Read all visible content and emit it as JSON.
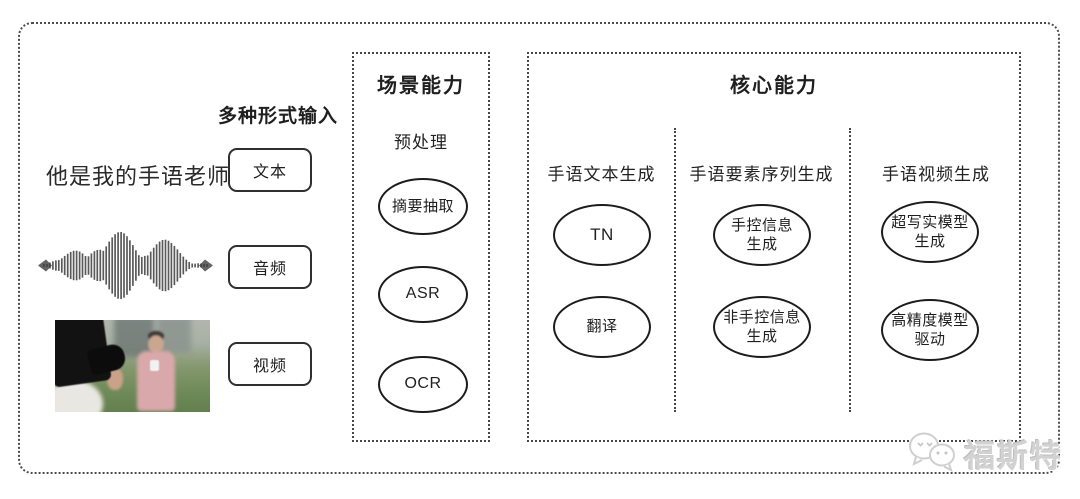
{
  "input_section": {
    "label": "多种形式输入",
    "sentence": "他是我的手语老师",
    "items": [
      {
        "label": "文本"
      },
      {
        "label": "音频"
      },
      {
        "label": "视频"
      }
    ]
  },
  "scene_box": {
    "title": "场景能力",
    "subtitle": "预处理",
    "nodes": [
      "摘要抽取",
      "ASR",
      "OCR"
    ]
  },
  "core_box": {
    "title": "核心能力",
    "columns": [
      {
        "header": "手语文本生成",
        "nodes": [
          "TN",
          "翻译"
        ]
      },
      {
        "header": "手语要素序列生成",
        "nodes": [
          "手控信息\n生成",
          "非手控信息\n生成"
        ]
      },
      {
        "header": "手语视频生成",
        "nodes": [
          "超写实模型\n生成",
          "高精度模型\n驱动"
        ]
      }
    ]
  },
  "watermark": {
    "text": "福斯特"
  },
  "icons": {
    "watermark_icon": "wechat-chat-bubbles-icon",
    "waveform_graphic": "audio-waveform-graphic",
    "photo_graphic": "camera-filming-reporter-photo"
  },
  "colors": {
    "line": "#1c1c1c",
    "dotted_border": "#4d4d4d",
    "watermark_gray": "#d2d2d2",
    "background": "#ffffff"
  }
}
